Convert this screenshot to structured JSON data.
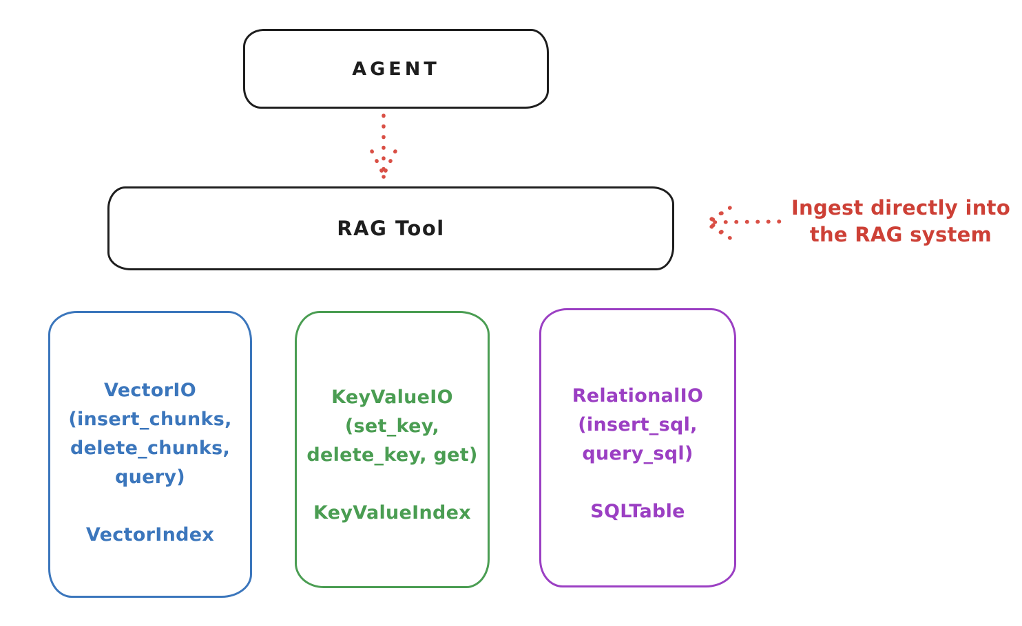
{
  "diagram": {
    "agent": {
      "label": "AGENT"
    },
    "rag_tool": {
      "label": "RAG Tool"
    },
    "annotation": {
      "line1": "Ingest directly into",
      "line2": "the RAG system"
    },
    "boxes": {
      "vector": {
        "lines": [
          "VectorIO",
          "(insert_chunks,",
          "delete_chunks,",
          "query)"
        ],
        "index": "VectorIndex",
        "color": "#3b76bc"
      },
      "keyvalue": {
        "lines": [
          "KeyValueIO",
          "(set_key,",
          "delete_key, get)"
        ],
        "index": "KeyValueIndex",
        "color": "#4a9d52"
      },
      "relational": {
        "lines": [
          "RelationalIO",
          "(insert_sql,",
          "query_sql)"
        ],
        "index": "SQLTable",
        "color": "#9b3fc3"
      }
    },
    "colors": {
      "outline_black": "#1e1e1e",
      "arrow_red": "#d94f45",
      "annotation_red": "#cd4036",
      "background": "#ffffff"
    }
  }
}
